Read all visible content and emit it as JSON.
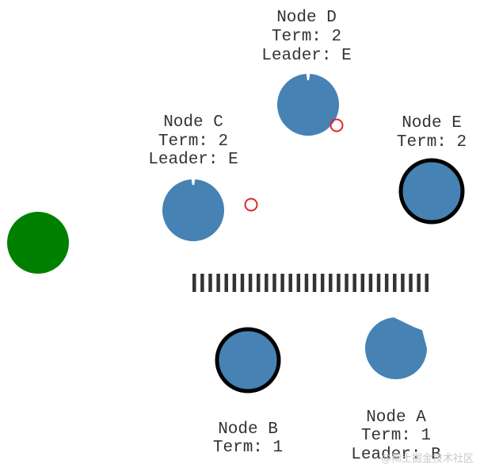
{
  "colors": {
    "follower": "#4682b4",
    "candidate_outline": "#000000",
    "client": "#008000",
    "message": "#e0262e",
    "partition": "#333333",
    "text": "#333333"
  },
  "nodes": [
    {
      "id": "D",
      "name": "Node D",
      "term": "Term: 2",
      "leader": "Leader: E",
      "state": "follower"
    },
    {
      "id": "C",
      "name": "Node C",
      "term": "Term: 2",
      "leader": "Leader: E",
      "state": "follower"
    },
    {
      "id": "E",
      "name": "Node E",
      "term": "Term: 2",
      "leader": "",
      "state": "candidate"
    },
    {
      "id": "B",
      "name": "Node B",
      "term": "Term: 1",
      "leader": "",
      "state": "candidate"
    },
    {
      "id": "A",
      "name": "Node A",
      "term": "Term: 1",
      "leader": "Leader: B",
      "state": "follower"
    }
  ],
  "client": {
    "icon": "client-circle"
  },
  "messages": [
    {
      "icon": "message-ring"
    },
    {
      "icon": "message-ring"
    }
  ],
  "partition": {
    "icon": "network-partition-bars",
    "bar_count": 30
  },
  "watermark": "@稀土掘金技术社区"
}
